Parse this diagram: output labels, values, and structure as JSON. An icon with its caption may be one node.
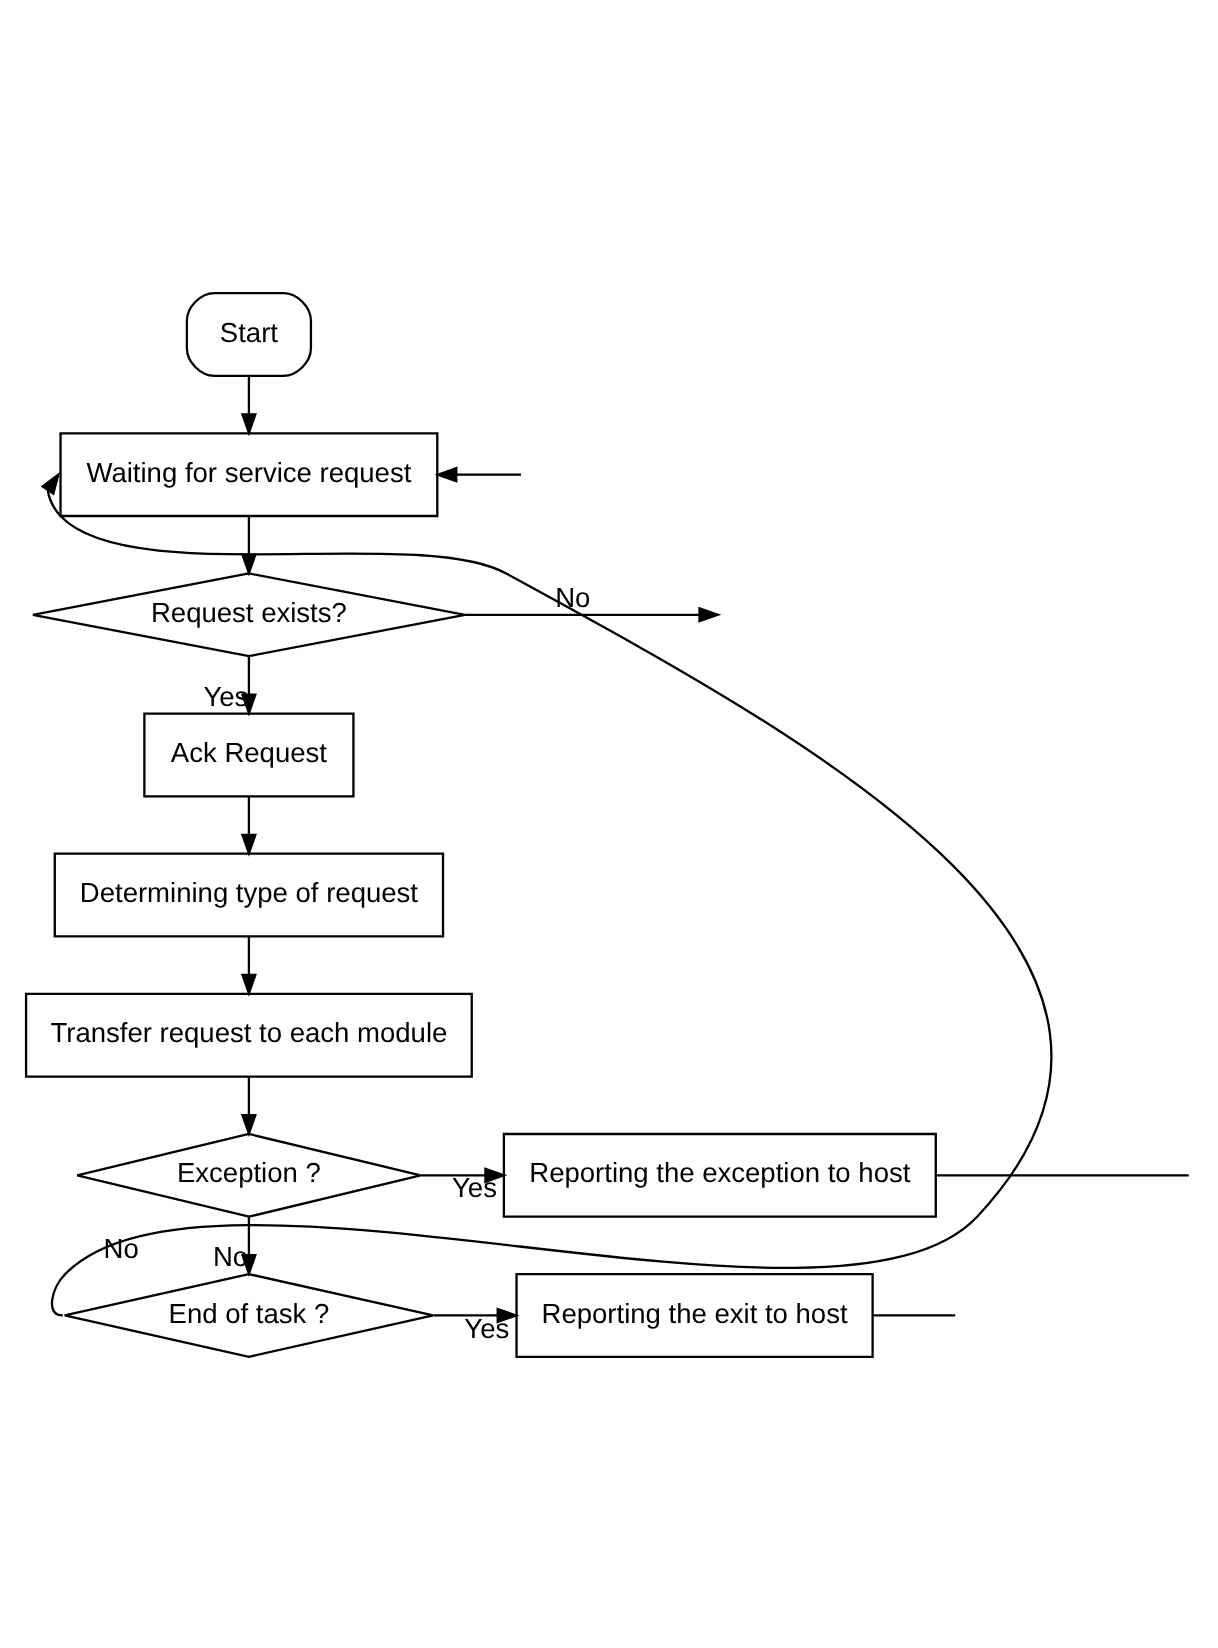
{
  "diagram": {
    "nodes": [
      {
        "text": [
          "Start"
        ]
      },
      {
        "text": [
          "Waiting for service request"
        ]
      },
      {
        "text": [
          "Request exists?"
        ]
      },
      {
        "text": [
          "Ack Request"
        ]
      },
      {
        "text": [
          "Determining type of request"
        ]
      },
      {
        "text": [
          "Transfer request to each module"
        ]
      },
      {
        "text": [
          "Exception ?"
        ]
      },
      {
        "text": [
          "Reporting the exception to host"
        ]
      },
      {
        "text": [
          "End of task ?"
        ]
      },
      {
        "text": [
          "Reporting the exit to host"
        ]
      }
    ],
    "edges": [
      {
        "from": 0,
        "to": 1,
        "arrow": "to"
      },
      {
        "from": 1,
        "to": 2,
        "arrow": "to"
      },
      {
        "from": 2,
        "to": null,
        "label": "No",
        "arrow": "to"
      },
      {
        "from": null,
        "to": 1,
        "arrow": "to"
      },
      {
        "from": 2,
        "to": 3,
        "label": "Yes",
        "arrow": "to"
      },
      {
        "from": 3,
        "to": 4,
        "arrow": "to"
      },
      {
        "from": 4,
        "to": 5,
        "arrow": "to"
      },
      {
        "from": 5,
        "to": 6,
        "arrow": "to"
      },
      {
        "from": 6,
        "to": 7,
        "label": "Yes",
        "arrow": "to"
      },
      {
        "from": 6,
        "to": 8,
        "label": "No",
        "arrow": "to"
      },
      {
        "from": 8,
        "to": 9,
        "label": "Yes",
        "arrow": "to"
      },
      {
        "from": 8,
        "to": 1,
        "label": "No",
        "arrow": "to"
      },
      {
        "from": 7,
        "to": null,
        "arrow": "none"
      },
      {
        "from": 9,
        "to": null,
        "arrow": "none"
      }
    ]
  }
}
